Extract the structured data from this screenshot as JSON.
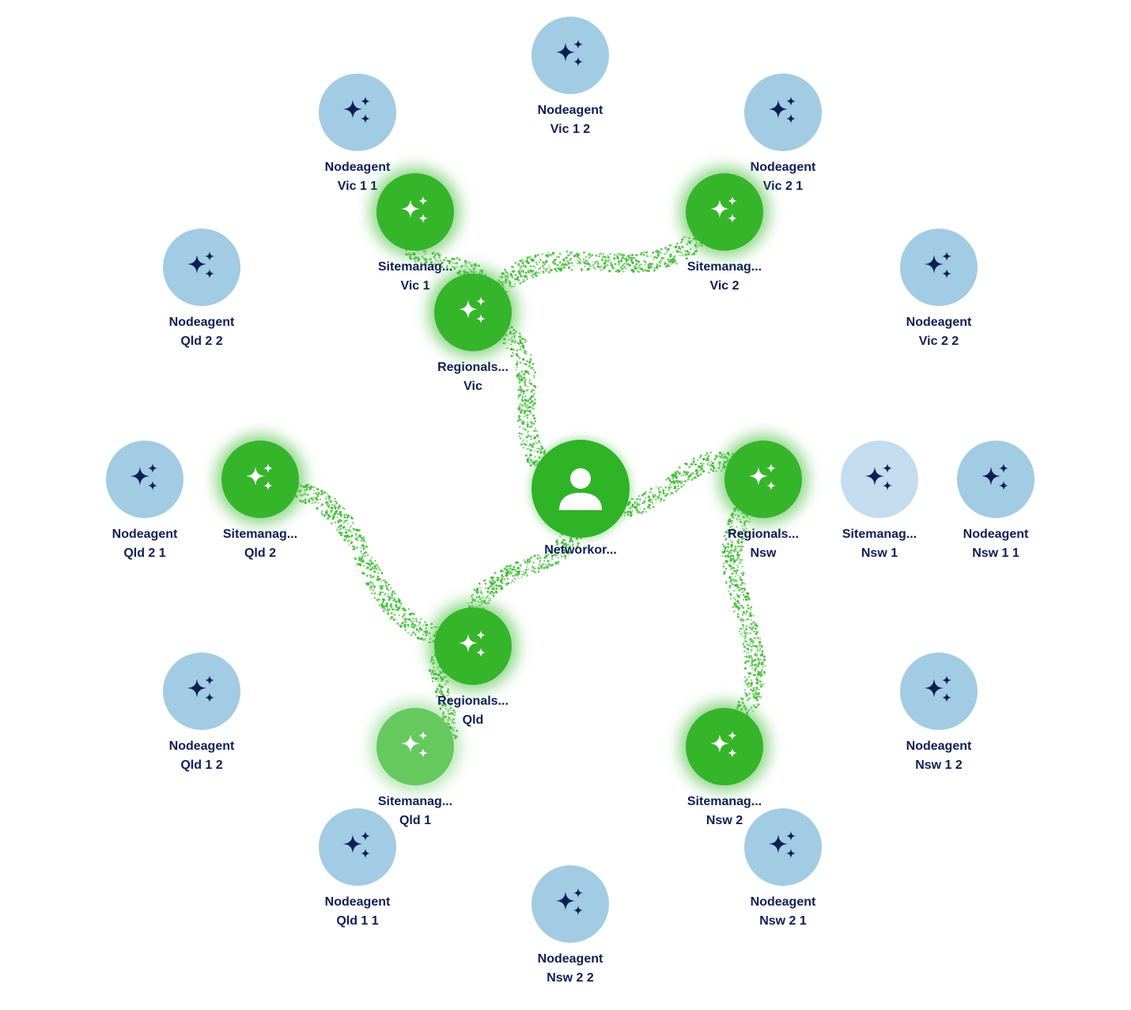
{
  "colors": {
    "agent_circle": "#a2cce3",
    "agent_icon": "#101e57",
    "active_circle": "#35b52a",
    "active_icon": "#ffffff",
    "label_text": "#101e57",
    "edge_particles": "#3dbb33"
  },
  "nodes": [
    {
      "id": "nodeagent-vic-12",
      "l1": "Nodeagent",
      "l2": "Vic 1 2",
      "kind": "agent",
      "icon": "sparkles-icon"
    },
    {
      "id": "nodeagent-vic-11",
      "l1": "Nodeagent",
      "l2": "Vic 1 1",
      "kind": "agent",
      "icon": "sparkles-icon"
    },
    {
      "id": "nodeagent-vic-21",
      "l1": "Nodeagent",
      "l2": "Vic 2 1",
      "kind": "agent",
      "icon": "sparkles-icon"
    },
    {
      "id": "sitemanager-vic-1",
      "l1": "Sitemanag...",
      "l2": "Vic 1",
      "kind": "active",
      "icon": "sparkles-icon"
    },
    {
      "id": "sitemanager-vic-2",
      "l1": "Sitemanag...",
      "l2": "Vic 2",
      "kind": "active",
      "icon": "sparkles-icon"
    },
    {
      "id": "nodeagent-qld-22",
      "l1": "Nodeagent",
      "l2": "Qld 2 2",
      "kind": "agent",
      "icon": "sparkles-icon"
    },
    {
      "id": "nodeagent-vic-22",
      "l1": "Nodeagent",
      "l2": "Vic 2 2",
      "kind": "agent",
      "icon": "sparkles-icon"
    },
    {
      "id": "regional-vic",
      "l1": "Regionals...",
      "l2": "Vic",
      "kind": "active",
      "icon": "sparkles-icon"
    },
    {
      "id": "nodeagent-qld-21",
      "l1": "Nodeagent",
      "l2": "Qld 2 1",
      "kind": "agent",
      "icon": "sparkles-icon"
    },
    {
      "id": "sitemanager-qld-2",
      "l1": "Sitemanag...",
      "l2": "Qld 2",
      "kind": "active",
      "icon": "sparkles-icon"
    },
    {
      "id": "network-orchestrator",
      "l1": "Networkor...",
      "l2": "",
      "kind": "hub",
      "icon": "person-icon"
    },
    {
      "id": "regional-nsw",
      "l1": "Regionals...",
      "l2": "Nsw",
      "kind": "active",
      "icon": "sparkles-icon"
    },
    {
      "id": "sitemanager-nsw-1",
      "l1": "Sitemanag...",
      "l2": "Nsw 1",
      "kind": "agent-pale",
      "icon": "sparkles-icon"
    },
    {
      "id": "nodeagent-nsw-11",
      "l1": "Nodeagent",
      "l2": "Nsw 1 1",
      "kind": "agent",
      "icon": "sparkles-icon"
    },
    {
      "id": "regional-qld",
      "l1": "Regionals...",
      "l2": "Qld",
      "kind": "active",
      "icon": "sparkles-icon"
    },
    {
      "id": "nodeagent-qld-12",
      "l1": "Nodeagent",
      "l2": "Qld 1 2",
      "kind": "agent",
      "icon": "sparkles-icon"
    },
    {
      "id": "nodeagent-nsw-12",
      "l1": "Nodeagent",
      "l2": "Nsw 1 2",
      "kind": "agent",
      "icon": "sparkles-icon"
    },
    {
      "id": "sitemanager-qld-1",
      "l1": "Sitemanag...",
      "l2": "Qld 1",
      "kind": "active-faded",
      "icon": "sparkles-icon"
    },
    {
      "id": "sitemanager-nsw-2",
      "l1": "Sitemanag...",
      "l2": "Nsw 2",
      "kind": "active",
      "icon": "sparkles-icon"
    },
    {
      "id": "nodeagent-qld-11",
      "l1": "Nodeagent",
      "l2": "Qld 1 1",
      "kind": "agent",
      "icon": "sparkles-icon"
    },
    {
      "id": "nodeagent-nsw-21",
      "l1": "Nodeagent",
      "l2": "Nsw 2 1",
      "kind": "agent",
      "icon": "sparkles-icon"
    },
    {
      "id": "nodeagent-nsw-22",
      "l1": "Nodeagent",
      "l2": "Nsw 2 2",
      "kind": "agent",
      "icon": "sparkles-icon"
    }
  ],
  "edges": [
    [
      "network-orchestrator",
      "regional-vic"
    ],
    [
      "network-orchestrator",
      "regional-nsw"
    ],
    [
      "network-orchestrator",
      "regional-qld"
    ],
    [
      "regional-vic",
      "sitemanager-vic-1"
    ],
    [
      "regional-vic",
      "sitemanager-vic-2"
    ],
    [
      "regional-nsw",
      "sitemanager-nsw-2"
    ],
    [
      "regional-qld",
      "sitemanager-qld-2"
    ],
    [
      "regional-qld",
      "sitemanager-qld-1"
    ]
  ]
}
